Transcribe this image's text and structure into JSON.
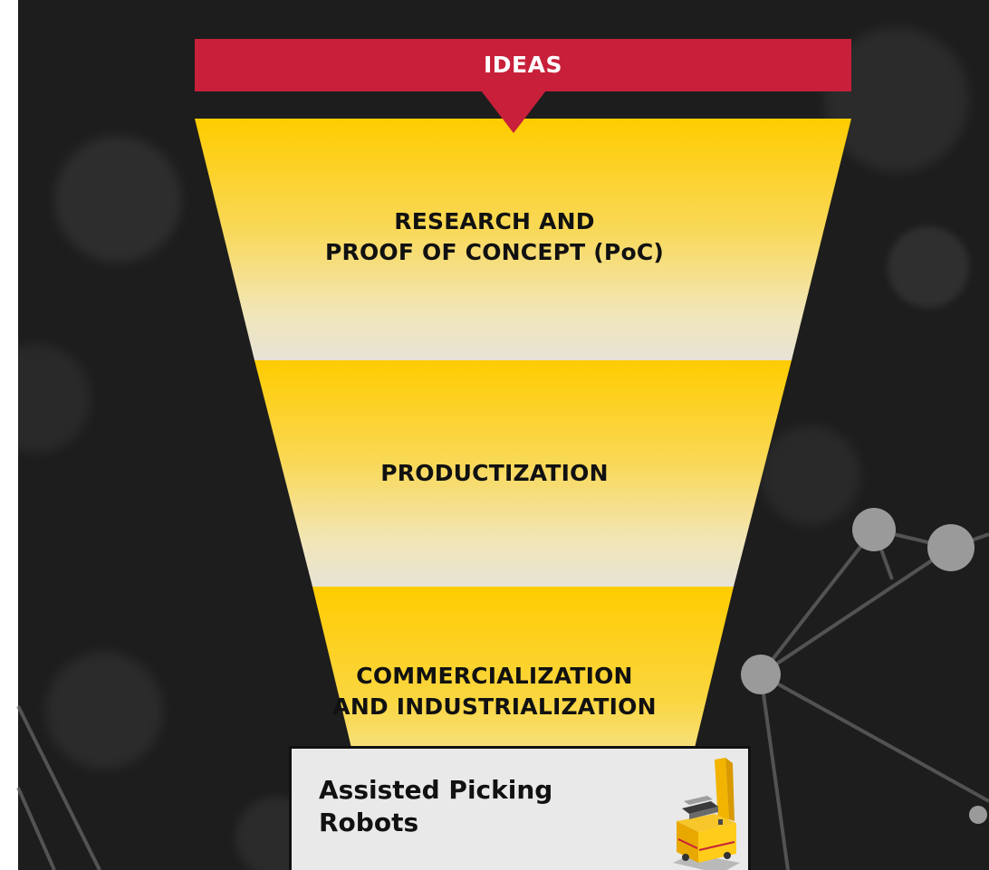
{
  "diagram": {
    "title": "",
    "header": {
      "label": "IDEAS",
      "color": "#c8203a"
    },
    "funnel_color": "#ffcc00",
    "stages": [
      {
        "lines": [
          "RESEARCH AND",
          "PROOF OF CONCEPT (PoC)"
        ]
      },
      {
        "lines": [
          "PRODUCTIZATION"
        ]
      },
      {
        "lines": [
          "COMMERCIALIZATION",
          "AND INDUSTRIALIZATION"
        ]
      }
    ],
    "example": {
      "lines": [
        "Assisted Picking",
        "Robots"
      ],
      "icon": "assisted-picking-robot-icon"
    },
    "background": {
      "color": "#1d1d1d",
      "motif": "bokeh-network"
    }
  }
}
